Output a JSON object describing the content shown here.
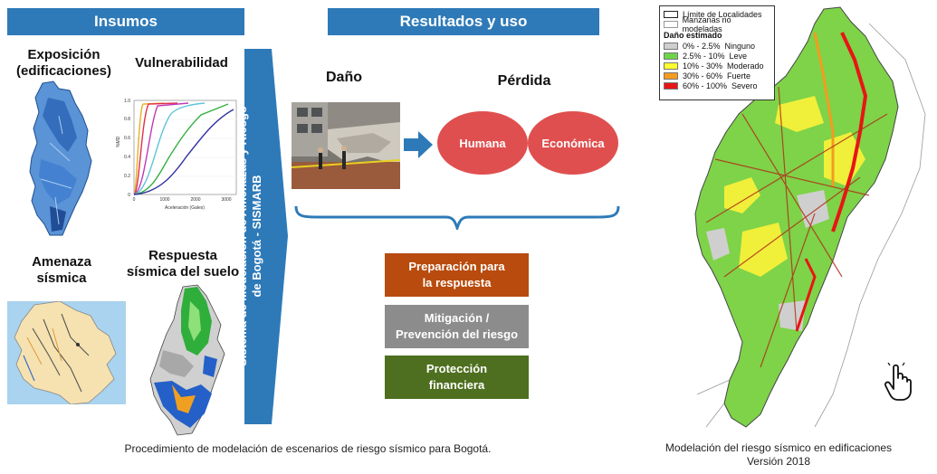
{
  "left_header": "Insumos",
  "right_header": "Resultados y uso",
  "inputs": {
    "exposicion": "Exposición\n(edificaciones)",
    "vulnerabilidad": "Vulnerabilidad",
    "amenaza": "Amenaza\nsísmica",
    "respuesta": "Respuesta\nsísmica del suelo"
  },
  "vuln_chart": {
    "xlabel": "Aceleración (Gales)",
    "ylabel": "%MD",
    "xticks": [
      "0",
      "1000",
      "2000",
      "3000"
    ],
    "yticks": [
      "0",
      "0.2",
      "0.4",
      "0.6",
      "0.8",
      "1.0"
    ]
  },
  "system_label": "Sistema de Modelación de Amenazas y Riesgo\nde Bogotá - SISMARB",
  "dano_label": "Daño",
  "perdida_label": "Pérdida",
  "loss_types": [
    "Humana",
    "Económica"
  ],
  "uses": [
    {
      "label": "Preparación para\nla respuesta",
      "color": "#b84b0d"
    },
    {
      "label": "Mitigación /\nPrevención del riesgo",
      "color": "#8c8c8c"
    },
    {
      "label": "Protección\nfinanciera",
      "color": "#4e6f1f"
    }
  ],
  "legend": {
    "limite": "Límite de Localidades",
    "no_modeladas": "Manzanas no modeladas",
    "title": "Daño estimado",
    "items": [
      {
        "label": "0% - 2.5%  Ninguno",
        "color": "#cfcfcf"
      },
      {
        "label": "2.5% - 10%  Leve",
        "color": "#6fd44a"
      },
      {
        "label": "10% - 30%  Moderado",
        "color": "#ffff2e"
      },
      {
        "label": "30% - 60%  Fuerte",
        "color": "#f39c1f"
      },
      {
        "label": "60% - 100%  Severo",
        "color": "#e81515"
      }
    ]
  },
  "caption_left": "Procedimiento de modelación de escenarios de riesgo sísmico para Bogotá.",
  "caption_right": "Modelación del riesgo sísmico en edificaciones\nVersión 2018",
  "icons": [
    "hand-pointer-icon"
  ]
}
